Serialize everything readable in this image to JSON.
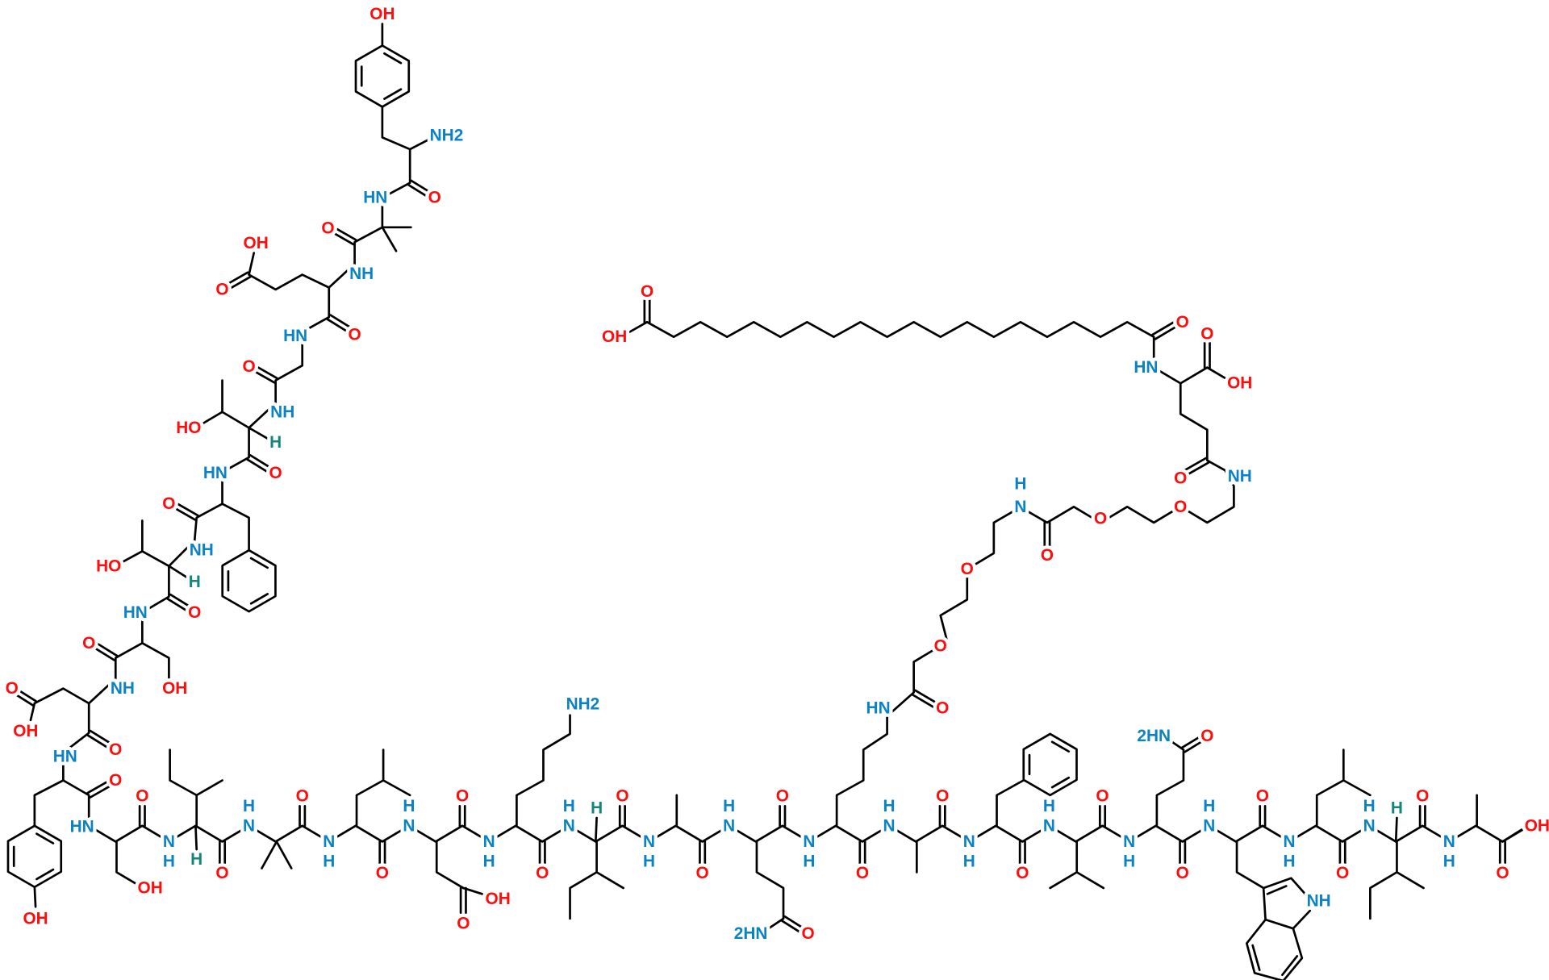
{
  "colors": {
    "O": "#ff0d0d",
    "N": "#0b82c6",
    "H": "#13857a",
    "bond": "#000000"
  },
  "backbone": {
    "n": "N",
    "h": "H",
    "o": "O",
    "stereo_h": "H"
  },
  "labels": [
    {
      "text": "OH",
      "el": "O"
    },
    {
      "text": "NH2",
      "el": "N"
    },
    {
      "text": "HN",
      "el": "N"
    },
    {
      "text": "O",
      "el": "O"
    },
    {
      "text": "O",
      "el": "O"
    },
    {
      "text": "OH",
      "el": "O"
    },
    {
      "text": "O",
      "el": "O"
    },
    {
      "text": "NH",
      "el": "N"
    },
    {
      "text": "HN",
      "el": "N"
    },
    {
      "text": "O",
      "el": "O"
    },
    {
      "text": "O",
      "el": "O"
    },
    {
      "text": "NH",
      "el": "N"
    },
    {
      "text": "HO",
      "el": "O"
    },
    {
      "text": "H",
      "el": "H"
    },
    {
      "text": "HN",
      "el": "N"
    },
    {
      "text": "O",
      "el": "O"
    },
    {
      "text": "O",
      "el": "O"
    },
    {
      "text": "NH",
      "el": "N"
    },
    {
      "text": "HO",
      "el": "O"
    },
    {
      "text": "H",
      "el": "H"
    },
    {
      "text": "HN",
      "el": "N"
    },
    {
      "text": "O",
      "el": "O"
    },
    {
      "text": "O",
      "el": "O"
    },
    {
      "text": "NH",
      "el": "N"
    },
    {
      "text": "OH",
      "el": "O"
    },
    {
      "text": "O",
      "el": "O"
    },
    {
      "text": "OH",
      "el": "O"
    },
    {
      "text": "O",
      "el": "O"
    },
    {
      "text": "HN",
      "el": "N"
    },
    {
      "text": "O",
      "el": "O"
    },
    {
      "text": "OH",
      "el": "O"
    },
    {
      "text": "HN",
      "el": "N"
    },
    {
      "text": "OH",
      "el": "O"
    },
    {
      "text": "O",
      "el": "O"
    },
    {
      "text": "OH",
      "el": "O"
    },
    {
      "text": "NH2",
      "el": "N"
    },
    {
      "text": "2HN",
      "el": "N"
    },
    {
      "text": "O",
      "el": "O"
    },
    {
      "text": "HN",
      "el": "N"
    },
    {
      "text": "O",
      "el": "O"
    },
    {
      "text": "O",
      "el": "O"
    },
    {
      "text": "O",
      "el": "O"
    },
    {
      "text": "N",
      "el": "N"
    },
    {
      "text": "H",
      "el": "N"
    },
    {
      "text": "O",
      "el": "O"
    },
    {
      "text": "O",
      "el": "O"
    },
    {
      "text": "O",
      "el": "O"
    },
    {
      "text": "NH",
      "el": "N"
    },
    {
      "text": "O",
      "el": "O"
    },
    {
      "text": "O",
      "el": "O"
    },
    {
      "text": "OH",
      "el": "O"
    },
    {
      "text": "HN",
      "el": "N"
    },
    {
      "text": "O",
      "el": "O"
    },
    {
      "text": "O",
      "el": "O"
    },
    {
      "text": "OH",
      "el": "O"
    },
    {
      "text": "2HN",
      "el": "N"
    },
    {
      "text": "O",
      "el": "O"
    },
    {
      "text": "NH",
      "el": "N"
    },
    {
      "text": "OH",
      "el": "O"
    }
  ]
}
